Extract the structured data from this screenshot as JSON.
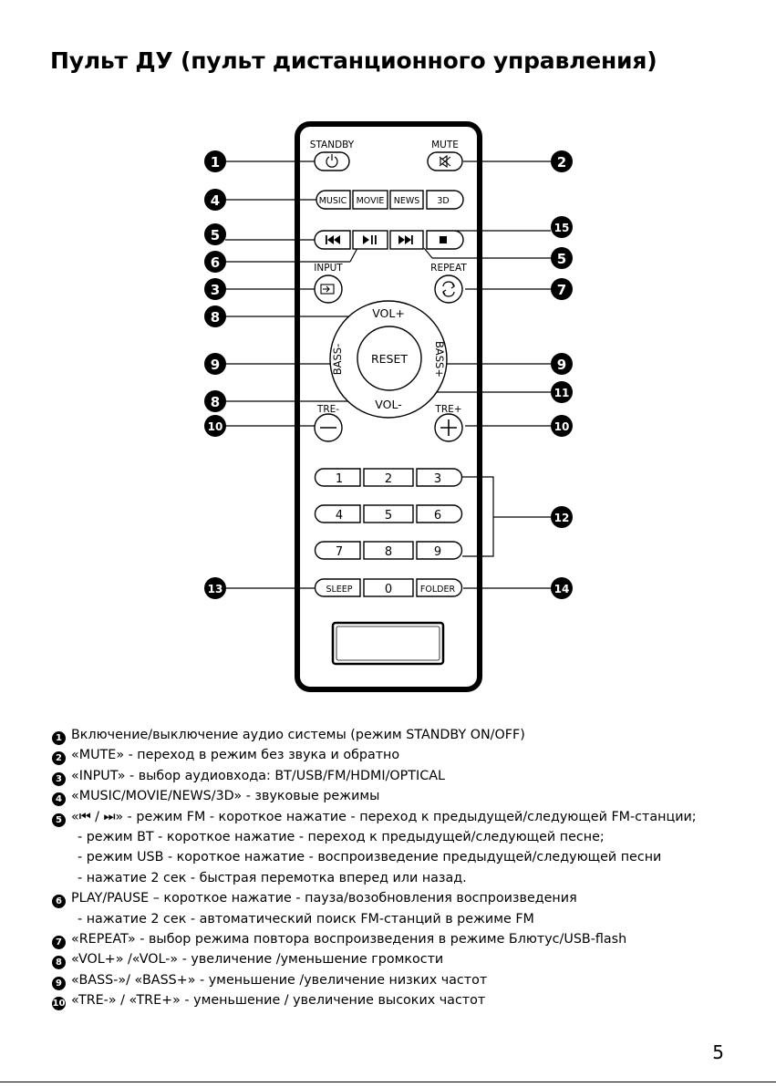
{
  "title": "Пульт ДУ (пульт дистанционного управления)",
  "remote": {
    "standby": "STANDBY",
    "mute": "MUTE",
    "mode_buttons": [
      "MUSIC",
      "MOVIE",
      "NEWS",
      "3D"
    ],
    "input": "INPUT",
    "repeat": "REPEAT",
    "vol_plus": "VOL+",
    "vol_minus": "VOL-",
    "bass_minus": "BASS-",
    "bass_plus": "BASS+",
    "reset": "RESET",
    "tre_minus": "TRE-",
    "tre_plus": "TRE+",
    "digits": [
      "1",
      "2",
      "3",
      "4",
      "5",
      "6",
      "7",
      "8",
      "9",
      "0"
    ],
    "sleep": "SLEEP",
    "folder": "FOLDER",
    "icons": {
      "power": "power-icon",
      "mute": "mute-icon",
      "prev": "previous-track-icon",
      "play_pause": "play-pause-icon",
      "next": "next-track-icon",
      "stop": "stop-icon",
      "input": "input-icon",
      "repeat": "repeat-icon",
      "minus": "minus-icon",
      "plus": "plus-icon"
    }
  },
  "callouts": [
    "1",
    "2",
    "4",
    "5",
    "15",
    "6",
    "5",
    "3",
    "7",
    "8",
    "9",
    "9",
    "11",
    "8",
    "10",
    "10",
    "12",
    "13",
    "14"
  ],
  "legend": [
    {
      "num": "1",
      "text": "Включение/выключение аудио системы (режим STANDBY ON/OFF)"
    },
    {
      "num": "2",
      "text": "«MUTE» - переход в режим без звука и обратно"
    },
    {
      "num": "3",
      "text": "«INPUT» - выбор аудиовхода: BT/USB/FM/HDMI/OPTICAL"
    },
    {
      "num": "4",
      "text": "«MUSIC/MOVIE/NEWS/3D» - звуковые режимы"
    },
    {
      "num": "5",
      "text": "«⏮ / ⏭» - режим FM - короткое нажатие - переход к предыдущей/следующей FM-станции;"
    },
    {
      "num": "",
      "text": "- режим BT - короткое нажатие - переход к предыдущей/следующей песне;"
    },
    {
      "num": "",
      "text": "- режим USB - короткое нажатие - воспроизведение предыдущей/следующей песни"
    },
    {
      "num": "",
      "text": "- нажатие 2 сек - быстрая перемотка вперед или назад."
    },
    {
      "num": "6",
      "text": "PLAY/PAUSE – короткое нажатие - пауза/возобновления воспроизведения"
    },
    {
      "num": "",
      "text": "- нажатие 2 сек - автоматический поиск FM-станций в режиме FM"
    },
    {
      "num": "7",
      "text": "«REPEAT» - выбор режима повтора воспроизведения в режиме Блютус/USB-flash"
    },
    {
      "num": "8",
      "text": "«VOL+» /«VOL-» - увеличение /уменьшение громкости"
    },
    {
      "num": "9",
      "text": "«BASS-»/ «BASS+» - уменьшение /увеличение низких частот"
    },
    {
      "num": "10",
      "text": "«TRE-» / «TRE+» - уменьшение / увеличение высоких частот"
    }
  ],
  "page_number": "5"
}
